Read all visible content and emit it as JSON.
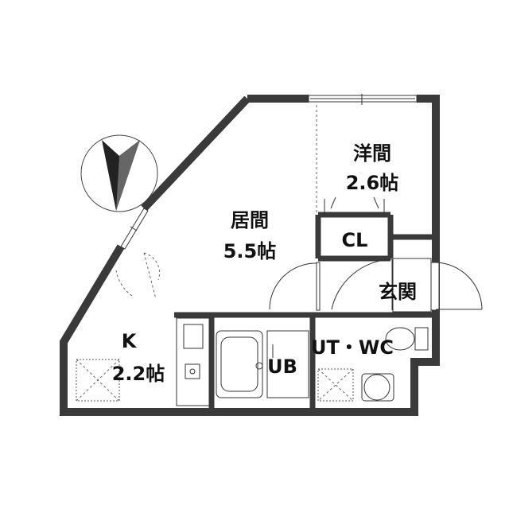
{
  "rooms": {
    "western": {
      "name": "洋間",
      "size": "2.6帖"
    },
    "living": {
      "name": "居間",
      "size": "5.5帖"
    },
    "closet": {
      "name": "CL"
    },
    "entrance": {
      "name": "玄関"
    },
    "kitchen": {
      "name": "K",
      "size": "2.2帖"
    },
    "bath": {
      "name": "UB"
    },
    "toilet": {
      "name": "UT・WC"
    }
  },
  "compass": {
    "icon": "north-arrow-icon"
  },
  "colors": {
    "wall": "#3a3a3a",
    "line": "#333333",
    "dashed": "#666666"
  }
}
